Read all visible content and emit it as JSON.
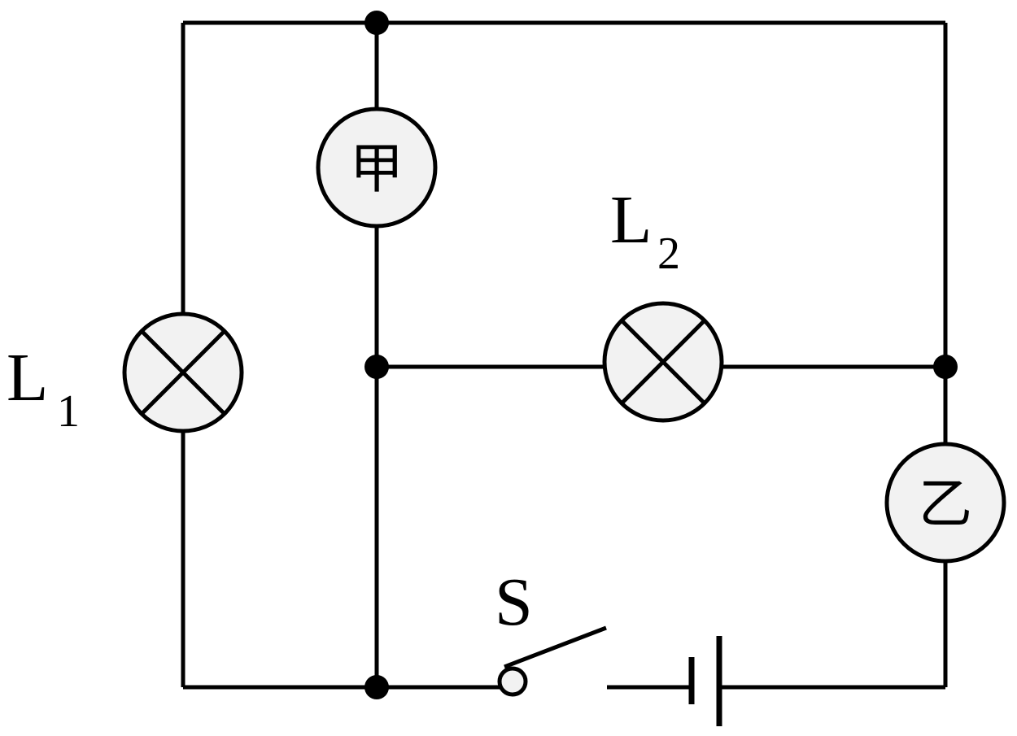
{
  "labels": {
    "lamp1": "L",
    "lamp1_sub": "1",
    "lamp2": "L",
    "lamp2_sub": "2",
    "switch": "S"
  },
  "meters": {
    "meter_top": "甲",
    "meter_right": "乙"
  },
  "colors": {
    "wire": "#000000",
    "component_fill": "#f2f2f2"
  }
}
